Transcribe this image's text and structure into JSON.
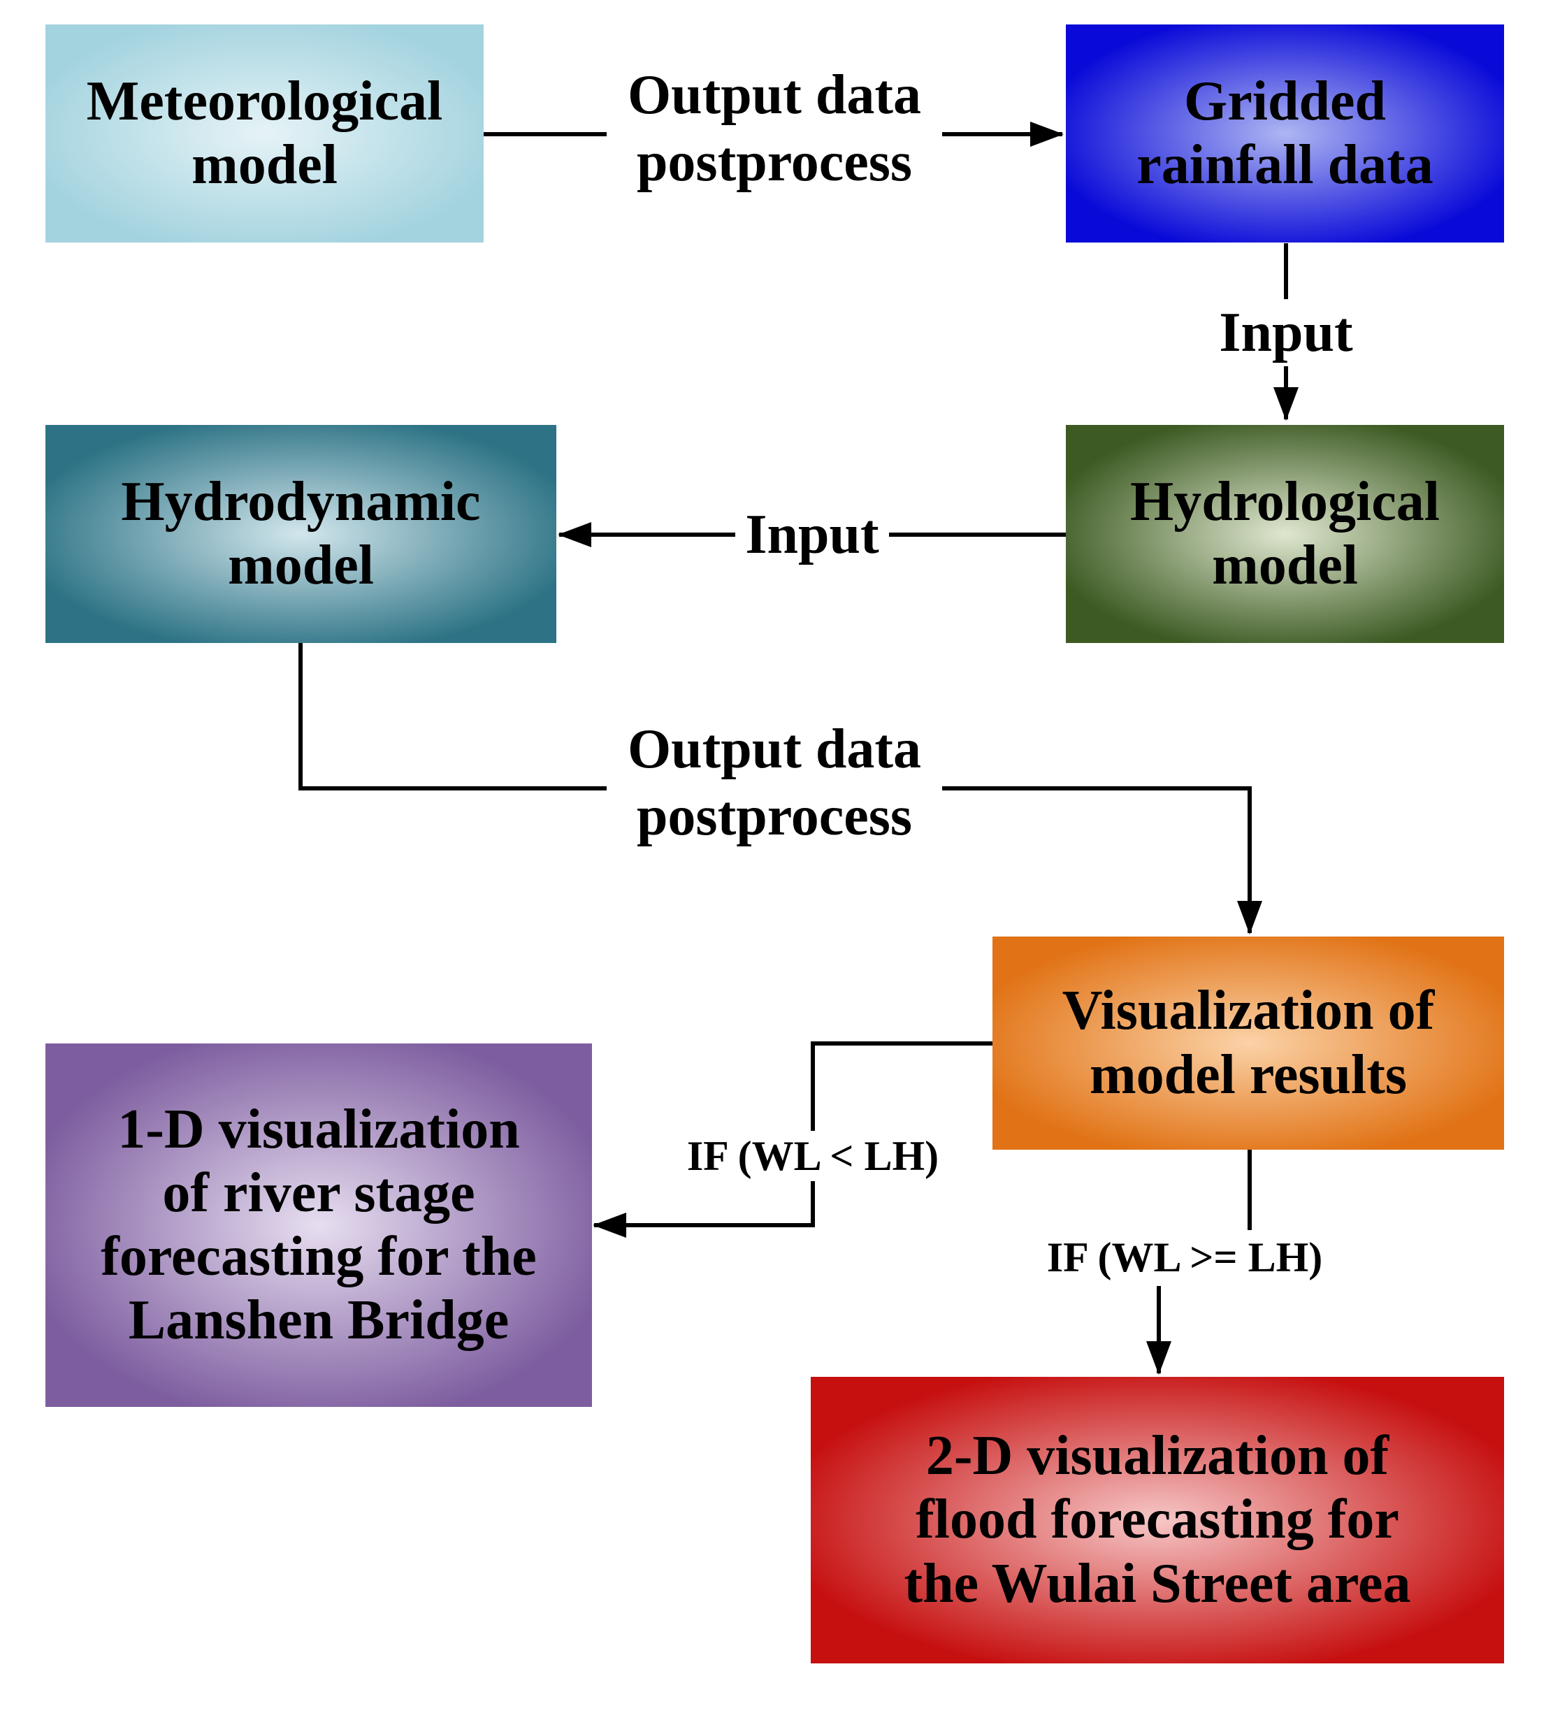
{
  "nodes": {
    "meteorological": {
      "lines": [
        "Meteorological",
        "model"
      ],
      "color": "#a3d3df",
      "glow": "#e6f3f6"
    },
    "gridded": {
      "lines": [
        "Gridded",
        "rainfall data"
      ],
      "color": "#0a0ad8",
      "glow": "#aeb6f2"
    },
    "hydrological": {
      "lines": [
        "Hydrological",
        "model"
      ],
      "color": "#3c5a22",
      "glow": "#dfe7cf"
    },
    "hydrodynamic": {
      "lines": [
        "Hydrodynamic",
        "model"
      ],
      "color": "#2d7385",
      "glow": "#d2e6ec"
    },
    "visualization": {
      "lines": [
        "Visualization of",
        "model results"
      ],
      "color": "#e17316",
      "glow": "#fbd2a7"
    },
    "one_d": {
      "lines": [
        "1-D visualization",
        "of river stage",
        "forecasting for the",
        "Lanshen Bridge"
      ],
      "color": "#7d5d9f",
      "glow": "#e7def0"
    },
    "two_d": {
      "lines": [
        "2-D visualization of",
        "flood forecasting for",
        "the Wulai Street area"
      ],
      "color": "#c60f0f",
      "glow": "#f6c7c7"
    }
  },
  "edges": {
    "met_to_grid": {
      "lines": [
        "Output data",
        "postprocess"
      ]
    },
    "grid_to_hydro": {
      "lines": [
        "Input"
      ]
    },
    "hydro_to_dyn": {
      "lines": [
        "Input"
      ]
    },
    "dyn_to_vis": {
      "lines": [
        "Output data",
        "postprocess"
      ]
    },
    "vis_to_1d": {
      "lines": [
        "IF (WL < LH)"
      ]
    },
    "vis_to_2d": {
      "lines": [
        "IF (WL >= LH)"
      ]
    }
  }
}
